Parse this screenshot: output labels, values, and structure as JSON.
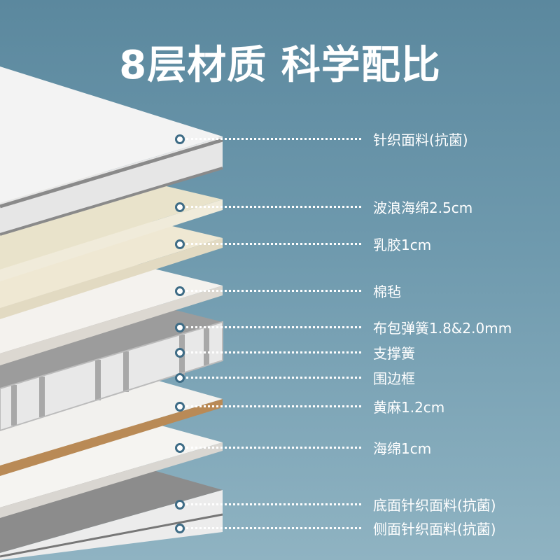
{
  "title": "8层材质 科学配比",
  "layers": [
    {
      "label": "针织面料(抗菌)"
    },
    {
      "label": "波浪海绵2.5cm"
    },
    {
      "label": "乳胶1cm"
    },
    {
      "label": "棉毡"
    },
    {
      "label": "布包弹簧1.8&2.0mm"
    },
    {
      "label": "支撑簧"
    },
    {
      "label": "围边框"
    },
    {
      "label": "黄麻1.2cm"
    },
    {
      "label": "海绵1cm"
    },
    {
      "label": "底面针织面料(抗菌)"
    },
    {
      "label": "侧面针织面料(抗菌)"
    }
  ],
  "colors": {
    "dot_ring": "#3e6c86",
    "text": "#ffffff"
  }
}
